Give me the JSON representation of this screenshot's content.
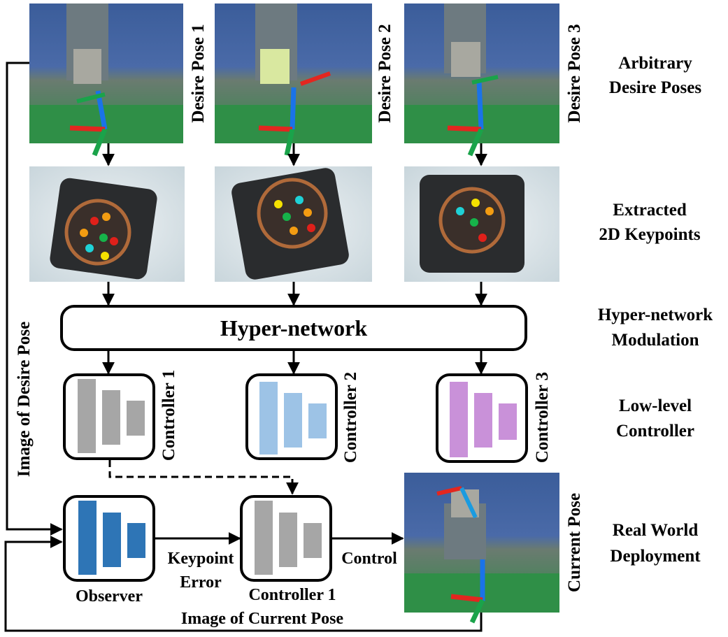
{
  "pose_labels": [
    "Desire Pose 1",
    "Desire Pose 2",
    "Desire Pose 3"
  ],
  "current_pose_label": "Current Pose",
  "stage_labels": {
    "arbitrary": [
      "Arbitrary",
      "Desire Poses"
    ],
    "keypoints": [
      "Extracted",
      "2D Keypoints"
    ],
    "hyper": [
      "Hyper-network",
      "Modulation"
    ],
    "lowlevel": [
      "Low-level",
      "Controller"
    ],
    "realworld": [
      "Real World",
      "Deployment"
    ]
  },
  "hypernetwork_label": "Hyper-network",
  "controller_labels": [
    "Controller 1",
    "Controller 2",
    "Controller 3"
  ],
  "observer_label": "Observer",
  "bottom_controller_label": "Controller 1",
  "keypoint_error_label": [
    "Keypoint",
    "Error"
  ],
  "control_label": "Control",
  "image_desire_label": "Image of  Desire Pose",
  "image_current_label": "Image of Current Pose",
  "colors": {
    "controller1": "#a6a6a6",
    "controller2": "#9dc3e6",
    "controller3": "#c991d9",
    "observer": "#2e75b6",
    "keypoint_colors": [
      "#e0201a",
      "#f39c12",
      "#16b34a",
      "#1fd1d6",
      "#f5e100"
    ]
  }
}
